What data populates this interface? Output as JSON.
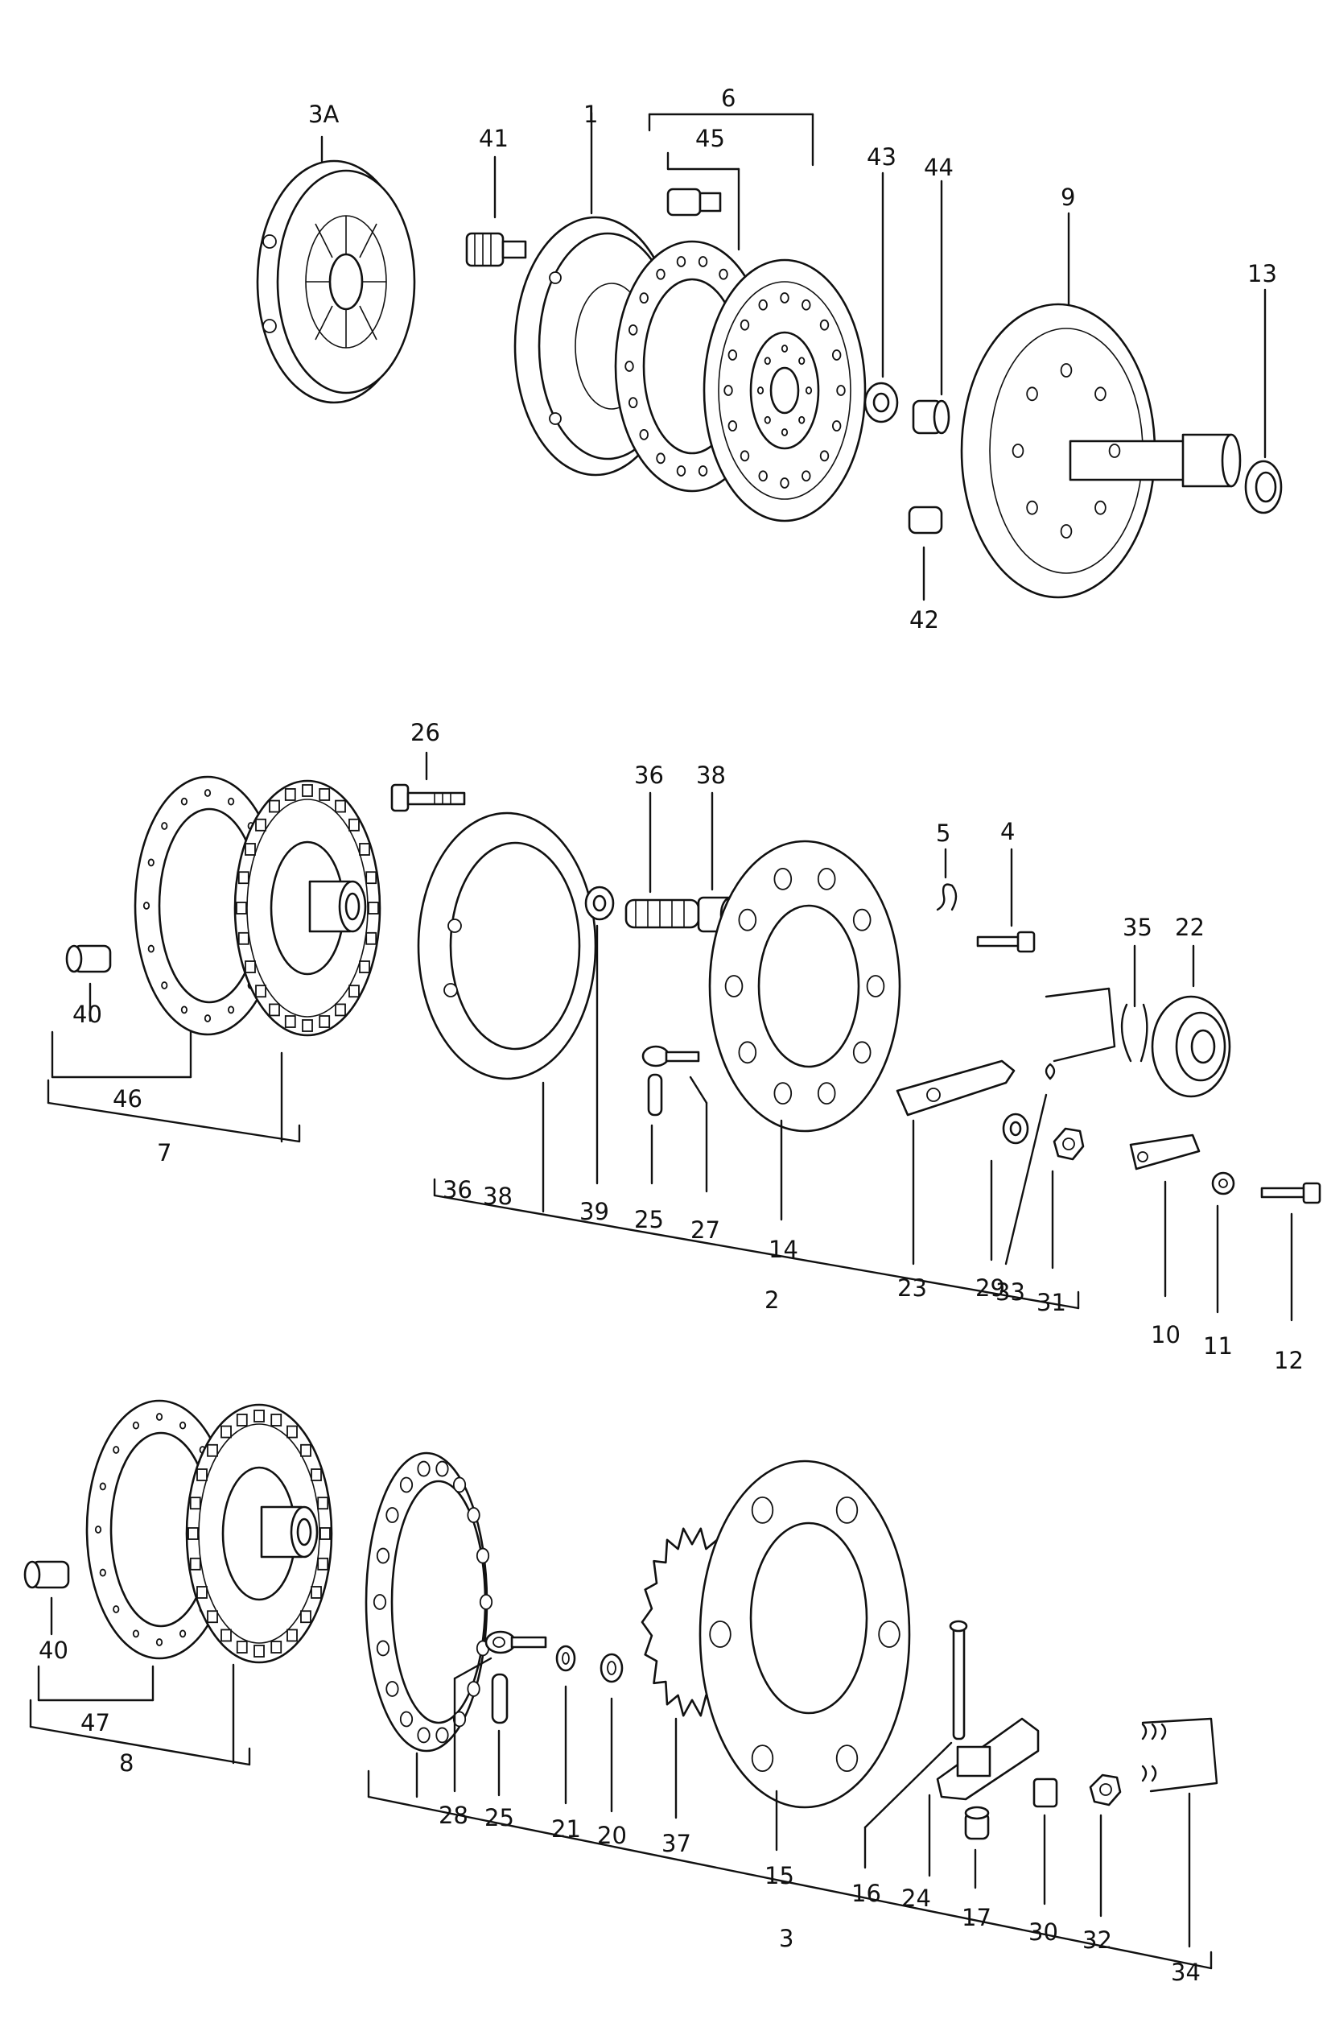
{
  "callouts": {
    "c3A": "3A",
    "c1": "1",
    "c6": "6",
    "c45": "45",
    "c41": "41",
    "c43": "43",
    "c44": "44",
    "c9": "9",
    "c13": "13",
    "c42": "42",
    "c26": "26",
    "c36a": "36",
    "c38a": "38",
    "c5": "5",
    "c4": "4",
    "c35": "35",
    "c22": "22",
    "c40a": "40",
    "c46": "46",
    "c7": "7",
    "c36b": "36",
    "c38b": "38",
    "c39": "39",
    "c25a": "25",
    "c27": "27",
    "c14": "14",
    "c2": "2",
    "c23": "23",
    "c29": "29",
    "c33": "33",
    "c31": "31",
    "c10": "10",
    "c11": "11",
    "c12": "12",
    "c40b": "40",
    "c47": "47",
    "c8": "8",
    "c28": "28",
    "c25b": "25",
    "c21": "21",
    "c20": "20",
    "c37": "37",
    "c15": "15",
    "c16": "16",
    "c24": "24",
    "c17": "17",
    "c30": "30",
    "c32": "32",
    "c34": "34",
    "c3": "3"
  }
}
